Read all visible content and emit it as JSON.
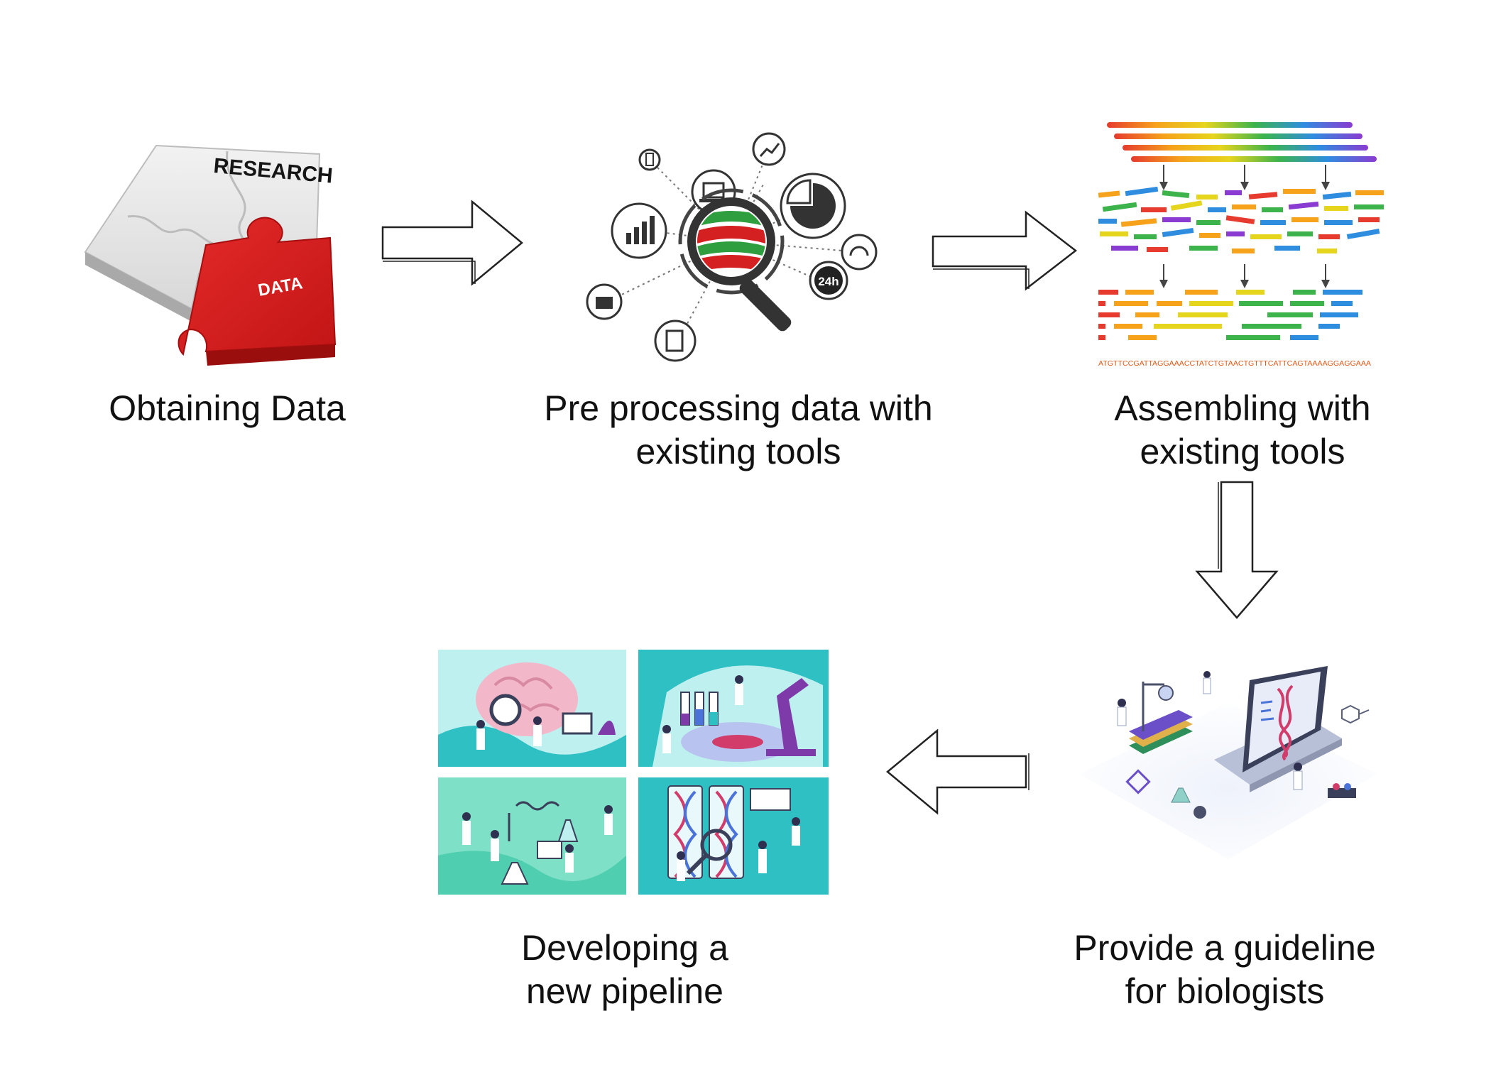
{
  "steps": [
    {
      "id": "obtaining-data",
      "lines": [
        "Obtaining Data"
      ],
      "icon": "research-data-puzzle-icon"
    },
    {
      "id": "preprocessing",
      "lines": [
        "Pre processing data with",
        "existing tools"
      ],
      "icon": "magnifier-analytics-icon"
    },
    {
      "id": "assembling",
      "lines": [
        "Assembling with",
        "existing tools"
      ],
      "icon": "sequence-assembly-icon"
    },
    {
      "id": "guideline",
      "lines": [
        "Provide a guideline",
        "for biologists"
      ],
      "icon": "isometric-lab-laptop-icon"
    },
    {
      "id": "pipeline",
      "lines": [
        "Developing a",
        "new pipeline"
      ],
      "icon": "science-collage-icon"
    }
  ],
  "puzzle": {
    "top_label": "RESEARCH",
    "piece_label": "DATA"
  },
  "preprocessing_icon": {
    "badge": "24h"
  },
  "assembly": {
    "sequence": "ATGTTCCGATTAGGAAACCTATCTGTAACTGTTTCATTCAGTAAAAGGAGGAAA"
  },
  "arrows": [
    {
      "from": "obtaining-data",
      "to": "preprocessing",
      "direction": "right"
    },
    {
      "from": "preprocessing",
      "to": "assembling",
      "direction": "right"
    },
    {
      "from": "assembling",
      "to": "guideline",
      "direction": "down"
    },
    {
      "from": "guideline",
      "to": "pipeline",
      "direction": "left"
    }
  ],
  "colors": {
    "puzzle_red": "#d42020",
    "puzzle_grey": "#e4e4e4",
    "teal": "#2fc0c4",
    "purple": "#7e3aa8",
    "text": "#111111"
  }
}
